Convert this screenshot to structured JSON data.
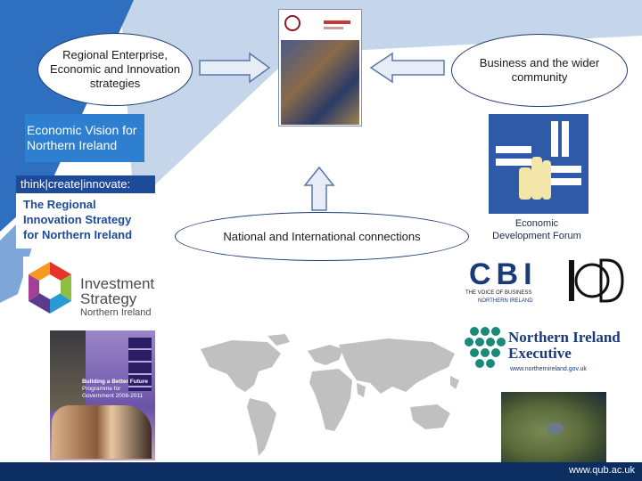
{
  "nodes": {
    "regional": "Regional Enterprise, Economic and Innovation strategies",
    "business": "Business and the wider community",
    "national": "National and International connections"
  },
  "tiles": {
    "econ_vision": {
      "line1": "Economic Vision for",
      "line2": "Northern Ireland"
    },
    "innovation": {
      "header": "think|create|innovate:",
      "line1": "The Regional",
      "line2": "Innovation Strategy",
      "line3": "for Northern Ireland"
    },
    "investment": {
      "line1": "Investment",
      "line2": "Strategy",
      "line3": "Northern Ireland"
    },
    "pfg": {
      "line1": "Building a Better Future",
      "line2": "Programme for",
      "line3": "Government 2008-2011"
    },
    "edf": {
      "line1": "Economic",
      "line2": "Development Forum"
    },
    "cbi": {
      "logo": "CBI",
      "tagline": "THE VOICE OF BUSINESS",
      "region": "NORTHERN IRELAND"
    },
    "iod": {
      "logo": "IoD"
    },
    "executive": {
      "line1": "Northern Ireland",
      "line2": "Executive",
      "url": "www.northernireland.gov.uk"
    }
  },
  "footer": {
    "url": "www.qub.ac.uk"
  },
  "colors": {
    "navy": "#0b2d5f",
    "ellipse_border": "#1f3b73",
    "arrow_fill": "#e6edf7",
    "arrow_stroke": "#5a76a8"
  }
}
